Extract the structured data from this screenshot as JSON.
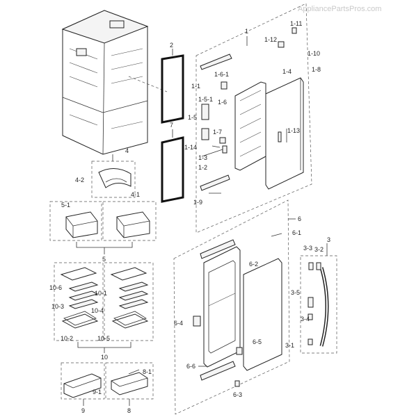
{
  "watermark": "AppliancePartsPros.com",
  "labels": {
    "l1": "1",
    "l1_11": "1-11",
    "l1_12": "1-12",
    "l1_10": "1-10",
    "l1_8": "1-8",
    "l1_4": "1-4",
    "l1_6_1": "1-6-1",
    "l1_1": "1-1",
    "l1_6": "1-6",
    "l1_5_1": "1-5-1",
    "l1_5": "1-5",
    "l1_7": "1-7",
    "l1_13": "1-13",
    "l1_14": "1-14",
    "l1_3": "1-3",
    "l1_2": "1-2",
    "l1_9": "1-9",
    "l2": "2",
    "l7": "7",
    "l4": "4",
    "l4_2": "4-2",
    "l4_1": "4-1",
    "l5_1": "5-1",
    "l5": "5",
    "l6": "6",
    "l6_1": "6-1",
    "l6_2": "6-2",
    "l6_4": "6-4",
    "l6_5": "6-5",
    "l6_6": "6-6",
    "l6_3": "6-3",
    "l3": "3",
    "l3_3": "3-3",
    "l3_2": "3-2",
    "l3_5": "3-5",
    "l3_4": "3-4",
    "l3_1": "3-1",
    "l10_6": "10-6",
    "l10_1": "10-1",
    "l10_3": "10-3",
    "l10_4": "10-4",
    "l10_2": "10-2",
    "l10_5": "10-5",
    "l10": "10",
    "l9_1": "9-1",
    "l9": "9",
    "l8_1": "8-1",
    "l8": "8"
  }
}
